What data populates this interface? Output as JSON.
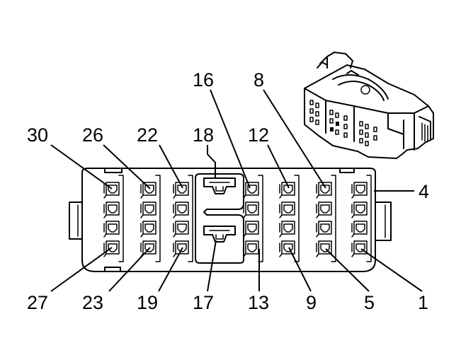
{
  "labels": {
    "top": [
      "30",
      "26",
      "22",
      "18",
      "16",
      "12",
      "8"
    ],
    "right": [
      "4"
    ],
    "bottom": [
      "27",
      "23",
      "19",
      "17",
      "13",
      "9",
      "5",
      "1"
    ]
  }
}
